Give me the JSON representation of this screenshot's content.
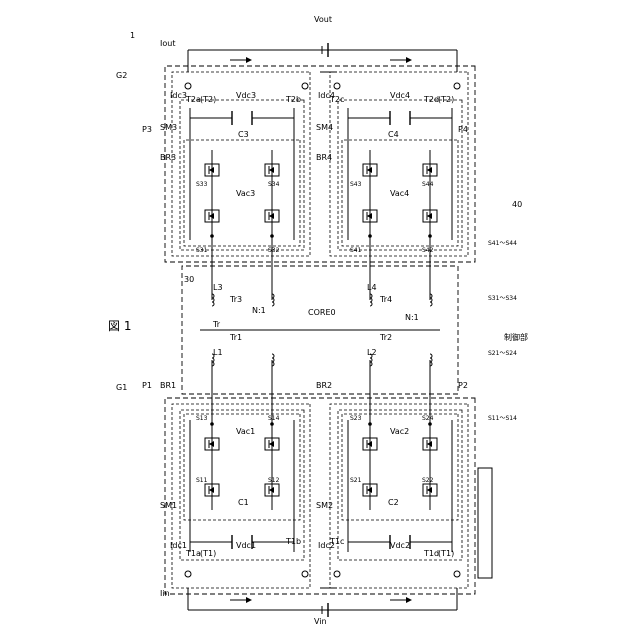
{
  "figure": {
    "number": "1",
    "fig_title": "図 1"
  },
  "cores": {
    "label": "CORE0",
    "ref": "30",
    "turns_ratio": "N:1",
    "turns_ratio_2": "N:1"
  },
  "controller": {
    "label": "制御部",
    "ref": "40",
    "signals": [
      "S11〜S14",
      "S21〜S24",
      "S31〜S34",
      "S41〜S44"
    ]
  },
  "groups": {
    "g1": "G1",
    "g2": "G2"
  },
  "ports": {
    "p1": "P1",
    "p2": "P2",
    "p3": "P3",
    "p4": "P4"
  },
  "submodules": {
    "sm1": "SM1",
    "sm2": "SM2",
    "sm3": "SM3",
    "sm4": "SM4"
  },
  "bridges": {
    "br1": "BR1",
    "br2": "BR2",
    "br3": "BR3",
    "br4": "BR4"
  },
  "caps": {
    "c1": "C1",
    "c2": "C2",
    "c3": "C3",
    "c4": "C4"
  },
  "inductors": {
    "l1": "L1",
    "l2": "L2",
    "l3": "L3",
    "l4": "L4"
  },
  "transformers": {
    "tr": "Tr",
    "tr1": "Tr1",
    "tr2": "Tr2",
    "tr3": "Tr3",
    "tr4": "Tr4"
  },
  "terminals": {
    "t1a": "T1a",
    "t1a_alt": "(T1)",
    "t1b": "T1b",
    "t1c": "T1c",
    "t1d": "T1d",
    "t1d_alt": "(T1)",
    "t2a": "T2a",
    "t2a_alt": "(T2)",
    "t2b": "T2b",
    "t2c": "T2c",
    "t2d": "T2d",
    "t2d_alt": "(T2)"
  },
  "sources": {
    "vin": "Vin",
    "iin": "Iin",
    "vout": "Vout",
    "iout": "Iout",
    "vdc1": "Vdc1",
    "vdc2": "Vdc2",
    "vdc3": "Vdc3",
    "vdc4": "Vdc4",
    "idc1": "Idc1",
    "idc2": "Idc2",
    "idc3": "Idc3",
    "idc4": "Idc4",
    "vac1": "Vac1",
    "vac2": "Vac2",
    "vac3": "Vac3",
    "vac4": "Vac4"
  },
  "switches": {
    "s11": "S11",
    "s12": "S12",
    "s13": "S13",
    "s14": "S14",
    "s21": "S21",
    "s22": "S22",
    "s23": "S23",
    "s24": "S24",
    "s31": "S31",
    "s32": "S32",
    "s33": "S33",
    "s34": "S34",
    "s41": "S41",
    "s42": "S42",
    "s43": "S43",
    "s44": "S44"
  }
}
